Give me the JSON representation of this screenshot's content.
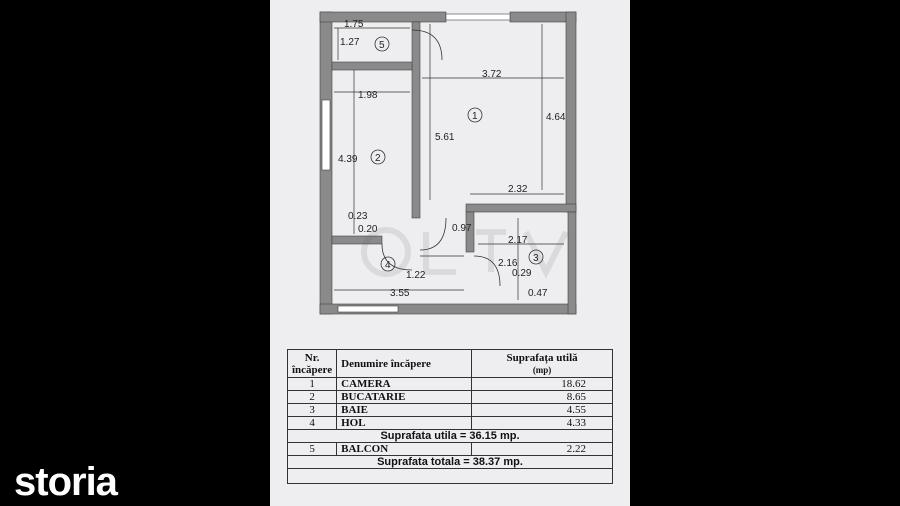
{
  "brand": {
    "logo_text": "storia"
  },
  "plan": {
    "dimensions": [
      "1.75",
      "1.27",
      "3.72",
      "1.98",
      "5.61",
      "4.64",
      "4.39",
      "2.32",
      "0.23",
      "0.20",
      "0.97",
      "2.17",
      "1.22",
      "2.16",
      "0.29",
      "3.55",
      "0.47"
    ],
    "rooms": [
      "1",
      "2",
      "3",
      "4",
      "5"
    ]
  },
  "table": {
    "headers": {
      "nr": "Nr. încăpere",
      "name": "Denumire încăpere",
      "area": "Suprafața utilă",
      "unit": "(mp)"
    },
    "rows": [
      {
        "nr": "1",
        "name": "CAMERA",
        "area": "18.62"
      },
      {
        "nr": "2",
        "name": "BUCATARIE",
        "area": "8.65"
      },
      {
        "nr": "3",
        "name": "BAIE",
        "area": "4.55"
      },
      {
        "nr": "4",
        "name": "HOL",
        "area": "4.33"
      }
    ],
    "subtotal": "Suprafata utila = 36.15 mp.",
    "extra_row": {
      "nr": "5",
      "name": "BALCON",
      "area": "2.22"
    },
    "total": "Suprafata totala = 38.37 mp."
  },
  "colors": {
    "background": "#000000",
    "paper": "#eeeef0",
    "wall": "#8a8a8a",
    "text": "#222222"
  }
}
